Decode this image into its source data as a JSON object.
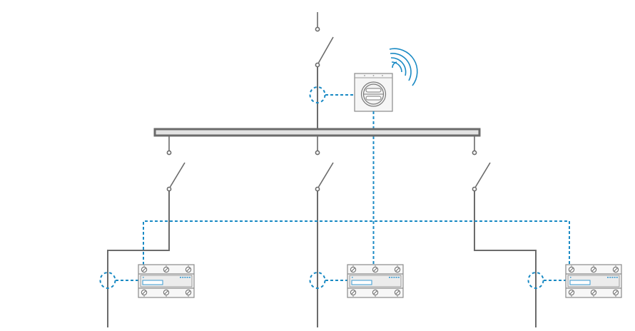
{
  "diagram": {
    "title": "",
    "type": "single-line power monitoring diagram",
    "colors": {
      "power_line": "#6b6b6b",
      "communication_line": "#1a8ac4",
      "busbar_fill": "#e3e3e3",
      "background": "#ffffff"
    },
    "icons": {
      "incoming_switch": "disconnect-switch-icon",
      "main_meter": "utility-meter-icon",
      "wireless": "wireless-signal-icon",
      "busbar": "busbar-icon",
      "current_transformer": "current-transformer-icon",
      "branch_meter": "din-rail-meter-icon"
    },
    "components": {
      "incoming_feeder": {
        "label": "incoming-feeder",
        "has_switch": true,
        "has_ct": true
      },
      "main_meter": {
        "label": "main-meter",
        "wireless": true
      },
      "busbar": {
        "label": "busbar"
      },
      "branches": [
        {
          "label": "branch-1",
          "has_switch": true,
          "has_ct": true,
          "meter_led_count": 5
        },
        {
          "label": "branch-2",
          "has_switch": true,
          "has_ct": true,
          "meter_led_count": 5
        },
        {
          "label": "branch-3",
          "has_switch": true,
          "has_ct": true,
          "meter_led_count": 5
        }
      ]
    }
  }
}
